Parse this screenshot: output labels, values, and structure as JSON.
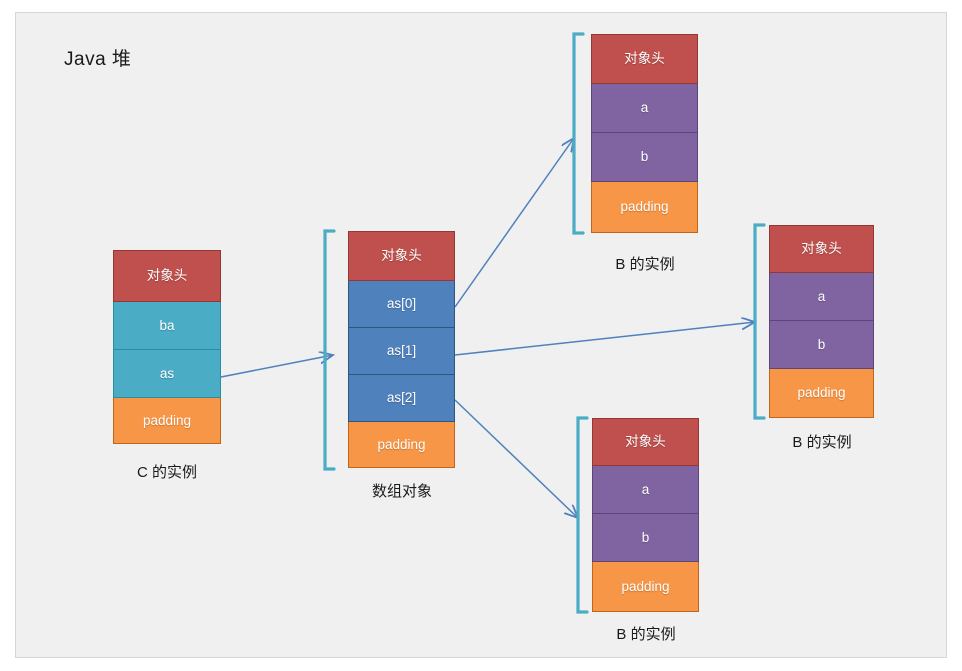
{
  "heap": {
    "title": "Java 堆",
    "background_color": "#f0f0f0",
    "border_color": "#d6d6d6"
  },
  "palette": {
    "object_header": "#c0504d",
    "teal_field": "#4bacc6",
    "blue_field": "#4f81bd",
    "purple_field": "#8064a2",
    "padding": "#f79646",
    "bracket": "#4bacc6",
    "arrow": "#4f81bd"
  },
  "objects": [
    {
      "id": "c-instance",
      "caption": "C 的实例",
      "has_bracket": false,
      "rows": [
        {
          "label": "对象头",
          "style": "head"
        },
        {
          "label": "ba",
          "style": "teal"
        },
        {
          "label": "as",
          "style": "teal"
        },
        {
          "label": "padding",
          "style": "orange"
        }
      ]
    },
    {
      "id": "array-object",
      "caption": "数组对象",
      "has_bracket": true,
      "rows": [
        {
          "label": "对象头",
          "style": "head"
        },
        {
          "label": "as[0]",
          "style": "blue"
        },
        {
          "label": "as[1]",
          "style": "blue"
        },
        {
          "label": "as[2]",
          "style": "blue"
        },
        {
          "label": "padding",
          "style": "orange"
        }
      ]
    },
    {
      "id": "b-instance-top",
      "caption": "B 的实例",
      "has_bracket": true,
      "rows": [
        {
          "label": "对象头",
          "style": "head"
        },
        {
          "label": "a",
          "style": "purple"
        },
        {
          "label": "b",
          "style": "purple"
        },
        {
          "label": "padding",
          "style": "orange"
        }
      ]
    },
    {
      "id": "b-instance-right",
      "caption": "B 的实例",
      "has_bracket": true,
      "rows": [
        {
          "label": "对象头",
          "style": "head"
        },
        {
          "label": "a",
          "style": "purple"
        },
        {
          "label": "b",
          "style": "purple"
        },
        {
          "label": "padding",
          "style": "orange"
        }
      ]
    },
    {
      "id": "b-instance-bottom",
      "caption": "B 的实例",
      "has_bracket": true,
      "rows": [
        {
          "label": "对象头",
          "style": "head"
        },
        {
          "label": "a",
          "style": "purple"
        },
        {
          "label": "b",
          "style": "purple"
        },
        {
          "label": "padding",
          "style": "orange"
        }
      ]
    }
  ],
  "connections": [
    {
      "id": "as-to-array",
      "from": "c-instance.as",
      "to": "array-object"
    },
    {
      "id": "as0-to-b-top",
      "from": "array-object.as[0]",
      "to": "b-instance-top"
    },
    {
      "id": "as1-to-b-right",
      "from": "array-object.as[1]",
      "to": "b-instance-right"
    },
    {
      "id": "as2-to-b-bottom",
      "from": "array-object.as[2]",
      "to": "b-instance-bottom"
    }
  ]
}
